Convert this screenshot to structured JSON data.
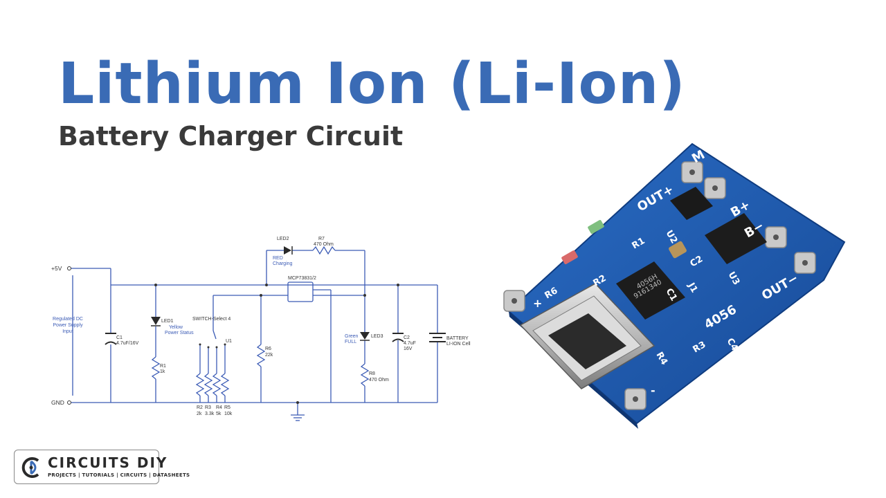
{
  "header": {
    "title": "Lithium Ion (Li-Ion)",
    "subtitle": "Battery Charger Circuit"
  },
  "schematic": {
    "labels": {
      "vplus": "+5V",
      "gnd": "GND",
      "input_line1": "Regulated DC",
      "input_line2": "Power Supply",
      "input_line3": "Input",
      "c1_name": "C1",
      "c1_value": "4.7uF/16V",
      "led1_name": "LED1",
      "led1_desc1": "Yellow",
      "led1_desc2": "Power Status",
      "r1_name": "R1",
      "r1_value": "1k",
      "switch_label": "SWITCH-Select 4",
      "u1": "U1",
      "r2": "R2",
      "r2v": "2k",
      "r3": "R3",
      "r3v": "3.3k",
      "r4": "R4",
      "r4v": "5k",
      "r5": "R5",
      "r5v": "10k",
      "r6_name": "R6",
      "r6_value": "22k",
      "led2_name": "LED2",
      "led2_desc1": "RED",
      "led2_desc2": "Charging",
      "r7_name": "R7",
      "r7_value": "470 Ohm",
      "ic": "MCP73831/2",
      "led3_name": "LED3",
      "led3_desc1": "Green",
      "led3_desc2": "FULL",
      "r8_name": "R8",
      "r8_value": "470 Ohm",
      "c2_name": "C2",
      "c2_value1": "4.7uF",
      "c2_value2": "16V",
      "battery1": "BATTERY",
      "battery2": "LI-ION Cell"
    }
  },
  "board": {
    "labels": {
      "m": "M",
      "out_plus": "OUT+",
      "b_plus": "B+",
      "b_minus": "B−",
      "out_minus": "OUT−",
      "model": "4056",
      "plus": "+",
      "minus": "-",
      "r1": "R1",
      "r2": "R2",
      "r3": "R3",
      "r4": "R4",
      "r6": "R6",
      "c1": "C1",
      "c2": "C2",
      "c4": "C4",
      "u2": "U2",
      "u3": "U3",
      "j1": "J1",
      "chip1_line1": "4056H",
      "chip1_line2": "9161340"
    }
  },
  "logo": {
    "name": "CIRCUITS DIY",
    "tagline": "PROJECTS | TUTORIALS | CIRCUITS | DATASHEETS"
  },
  "colors": {
    "title": "#3a6bb5",
    "subtitle": "#3a3a3a",
    "wire": "#3b5bb5",
    "pcb": "#1f56a8"
  }
}
